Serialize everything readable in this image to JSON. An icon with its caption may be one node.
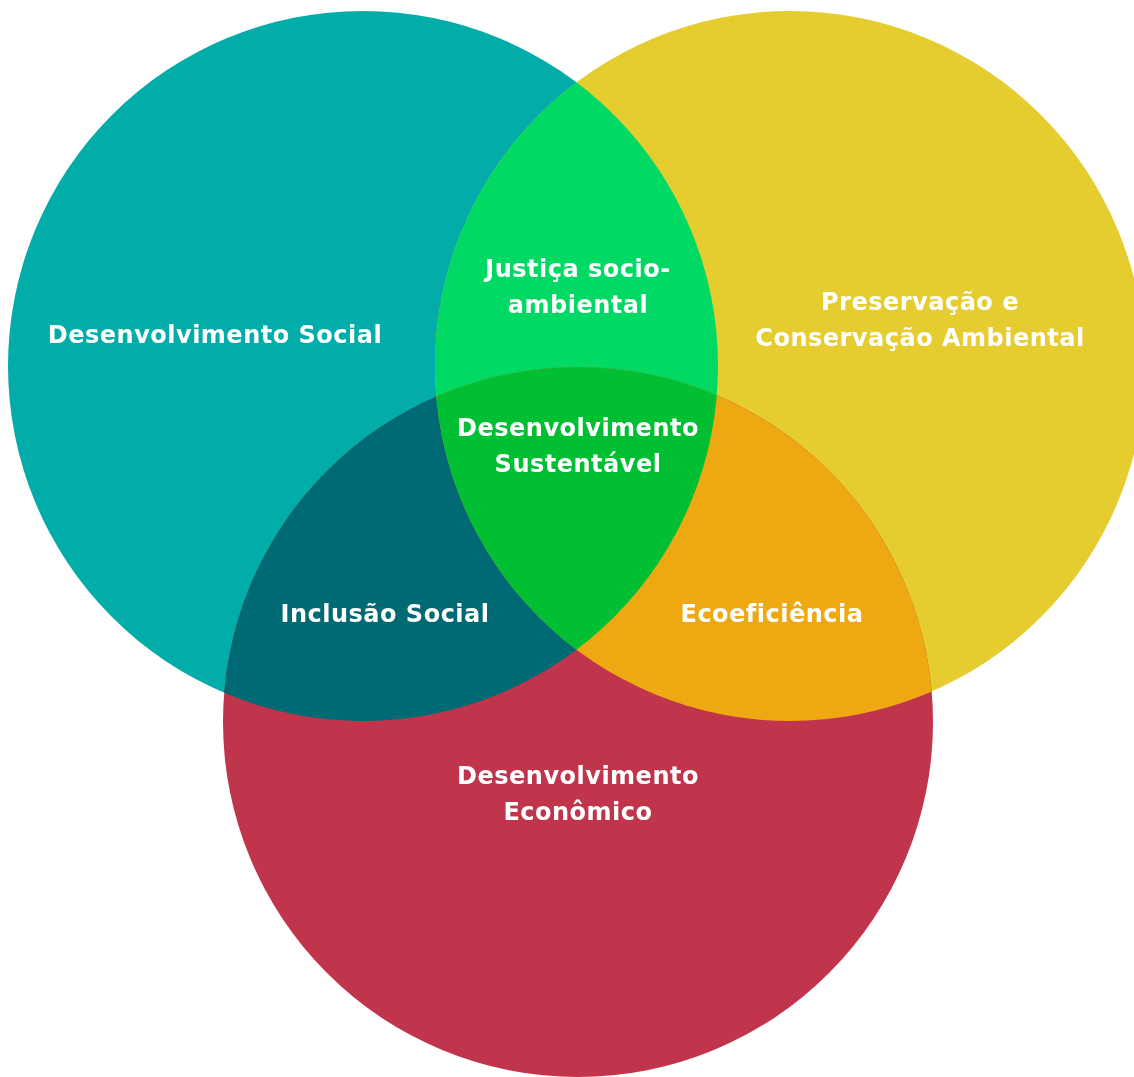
{
  "diagram": {
    "nodes": [
      {
        "text": [
          "Desenvolvimento Social"
        ]
      },
      {
        "text": [
          "Preservação e Conservação Ambiental"
        ]
      },
      {
        "text": [
          "Desenvolvimento Econômico"
        ]
      },
      {
        "text": [
          "Justiça socio-ambiental"
        ]
      },
      {
        "text": [
          "Inclusão Social"
        ]
      },
      {
        "text": [
          "Ecoeficiência"
        ]
      },
      {
        "text": [
          "Desenvolvimento Sustentável"
        ]
      }
    ]
  }
}
